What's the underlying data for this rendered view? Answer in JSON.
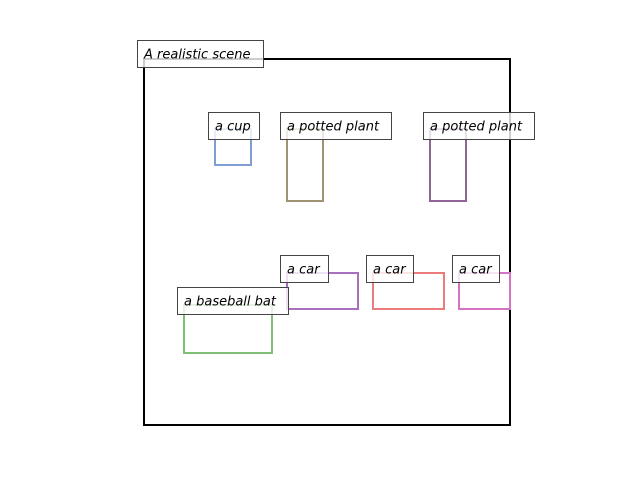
{
  "scene": {
    "caption": "A realistic scene",
    "frame_color": "#000000"
  },
  "objects": [
    {
      "label": "a cup",
      "color": "#7f9fd4"
    },
    {
      "label": "a potted plant",
      "color": "#a09373"
    },
    {
      "label": "a potted plant",
      "color": "#8e6595"
    },
    {
      "label": "a car",
      "color": "#a86fbf"
    },
    {
      "label": "a car",
      "color": "#ec7b7b"
    },
    {
      "label": "a car",
      "color": "#d672c3"
    },
    {
      "label": "a baseball bat",
      "color": "#7fbf76"
    }
  ]
}
